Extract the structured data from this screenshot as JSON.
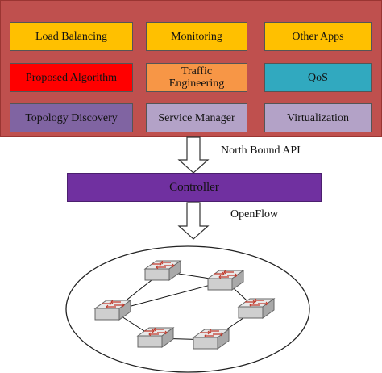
{
  "application_layer": {
    "apps": [
      {
        "label": "Load Balancing",
        "color": "#ffc000"
      },
      {
        "label": "Monitoring",
        "color": "#ffc000"
      },
      {
        "label": "Other Apps",
        "color": "#ffc000"
      },
      {
        "label": "Proposed Algorithm",
        "color": "#ff0000"
      },
      {
        "label": "Traffic Engineering",
        "color": "#f79646"
      },
      {
        "label": "QoS",
        "color": "#31a9bf"
      },
      {
        "label": "Topology Discovery",
        "color": "#8064a2"
      },
      {
        "label": "Service Manager",
        "color": "#b3a2c7"
      },
      {
        "label": "Virtualization",
        "color": "#b3a2c7"
      }
    ],
    "panel_color": "#bf504e"
  },
  "northbound_label": "North Bound API",
  "controller": {
    "label": "Controller",
    "color": "#7030a0"
  },
  "southbound_label": "OpenFlow",
  "network": {
    "switch_icon": "network-switch-icon",
    "switches": [
      "switch-1",
      "switch-2",
      "switch-3",
      "switch-4",
      "switch-5",
      "switch-6"
    ],
    "links": [
      [
        0,
        1
      ],
      [
        0,
        2
      ],
      [
        1,
        3
      ],
      [
        2,
        4
      ],
      [
        3,
        5
      ],
      [
        4,
        5
      ],
      [
        1,
        2
      ]
    ]
  }
}
